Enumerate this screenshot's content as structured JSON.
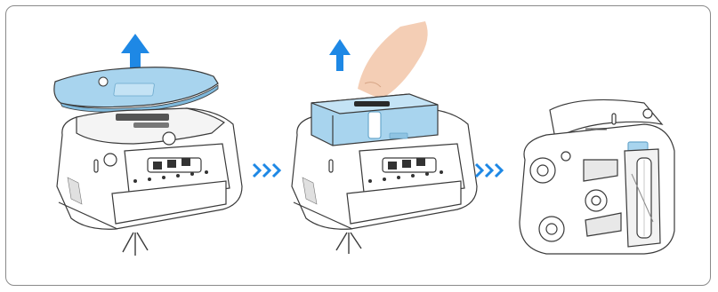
{
  "colors": {
    "accent": "#1e88e5",
    "part_blue": "#a8d4ee",
    "part_blue_edge": "#6aa8cc",
    "hand": "#f3c9ad",
    "outline": "#3a3a3a",
    "frame": "#8a8a8a"
  },
  "steps": [
    {
      "icon": "lid-lift-icon",
      "direction": "up"
    },
    {
      "icon": "dust-bin-lift-icon",
      "direction": "up"
    },
    {
      "icon": "station-bottom-view-icon",
      "direction": "none"
    }
  ],
  "separators": [
    "chevron-triple-right-icon",
    "chevron-triple-right-icon"
  ]
}
